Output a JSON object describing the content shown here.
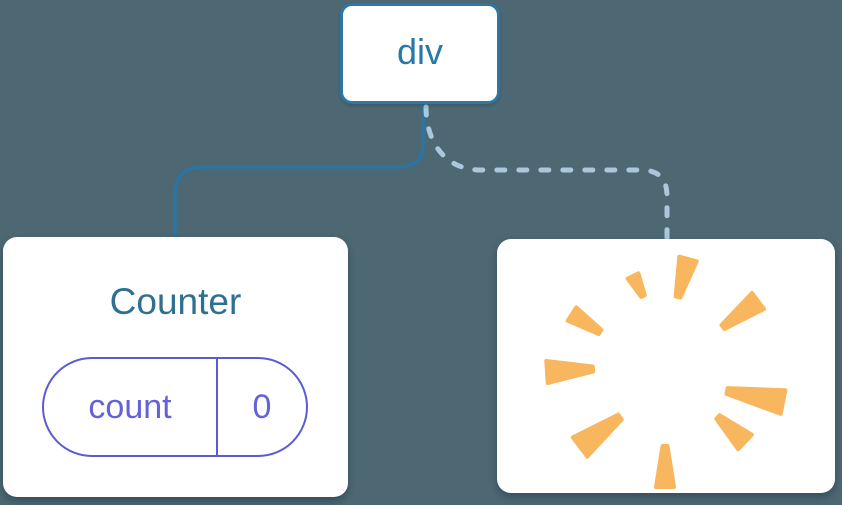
{
  "canvas": {
    "description": "component tree diagram"
  },
  "colors": {
    "background": "#4D6873",
    "card_bg": "#FFFFFF",
    "node_border": "#2E76A4",
    "node_text": "#2879A8",
    "solid_line": "#2B74A3",
    "dashed_line": "#AAC7DC",
    "counter_title": "#2F7092",
    "pill_border": "#5B5BD6",
    "pill_text": "#6462DA",
    "ray_orange": "#F8B75E"
  },
  "tree": {
    "root": {
      "label": "div"
    },
    "connectors": [
      {
        "to": "counter",
        "style": "solid"
      },
      {
        "to": "removed",
        "style": "dashed"
      }
    ],
    "children": [
      {
        "id": "counter",
        "title": "Counter",
        "state": {
          "key": "count",
          "value": "0"
        }
      },
      {
        "id": "removed",
        "icon": "starburst-poof-icon"
      }
    ]
  }
}
